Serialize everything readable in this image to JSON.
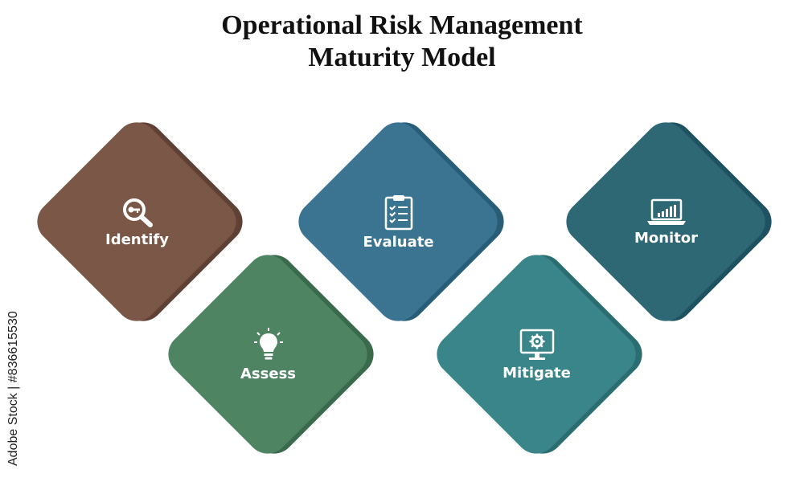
{
  "title": {
    "line1": "Operational Risk Management",
    "line2": "Maturity Model"
  },
  "steps": [
    {
      "label": "Identify",
      "icon": "magnifier-key-icon",
      "color": "#7a5746",
      "shadow": "#5f4034"
    },
    {
      "label": "Assess",
      "icon": "lightbulb-icon",
      "color": "#4f8463",
      "shadow": "#3a6a4c"
    },
    {
      "label": "Evaluate",
      "icon": "clipboard-checklist-icon",
      "color": "#3a7490",
      "shadow": "#285d78"
    },
    {
      "label": "Mitigate",
      "icon": "monitor-gear-icon",
      "color": "#3a8589",
      "shadow": "#2a6e72"
    },
    {
      "label": "Monitor",
      "icon": "laptop-chart-icon",
      "color": "#2e6875",
      "shadow": "#1f5260"
    }
  ],
  "credit": "Adobe Stock | #836615530"
}
